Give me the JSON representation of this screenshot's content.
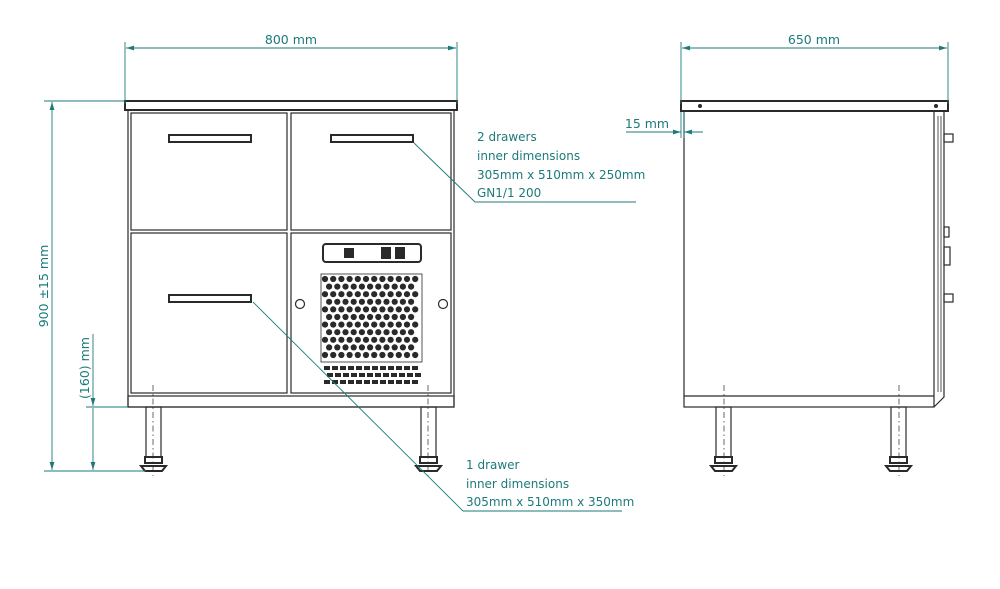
{
  "dimensions": {
    "front_width": "800 mm",
    "side_depth": "650 mm",
    "height": "900 ±15 mm",
    "leg_height": "(160) mm",
    "overhang": "15 mm"
  },
  "annotations": {
    "top_drawers": {
      "line1": "2 drawers",
      "line2": "inner dimensions",
      "line3": "305mm x 510mm x 250mm",
      "line4": "GN1/1 200"
    },
    "bottom_drawer": {
      "line1": "1 drawer",
      "line2": "inner dimensions",
      "line3": "305mm x 510mm x 350mm"
    }
  },
  "colors": {
    "dimension": "#1d7a7a",
    "ink": "#2a2a2a"
  }
}
